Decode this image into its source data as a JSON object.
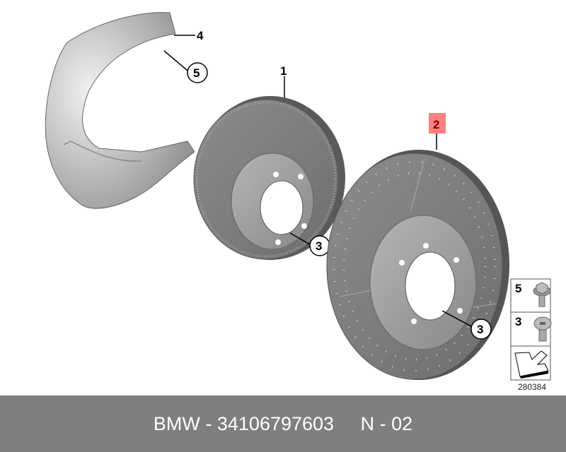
{
  "callouts": {
    "shield": "4",
    "shield_bolt": "5",
    "disc_standard": "1",
    "disc_sport": "2",
    "disc_standard_screw": "3",
    "disc_sport_screw": "3"
  },
  "highlight_color": "#ff7f7f",
  "legend": {
    "items": [
      {
        "number": "5",
        "icon": "hex-flange-bolt-icon"
      },
      {
        "number": "3",
        "icon": "countersunk-screw-icon"
      },
      {
        "number": "",
        "icon": "direction-arrow-icon"
      }
    ],
    "diagram_code": "280384"
  },
  "footer": {
    "brand": "BMW",
    "separator": " - ",
    "part_number": "34106797603",
    "gap": "     ",
    "position": "N - 02"
  }
}
